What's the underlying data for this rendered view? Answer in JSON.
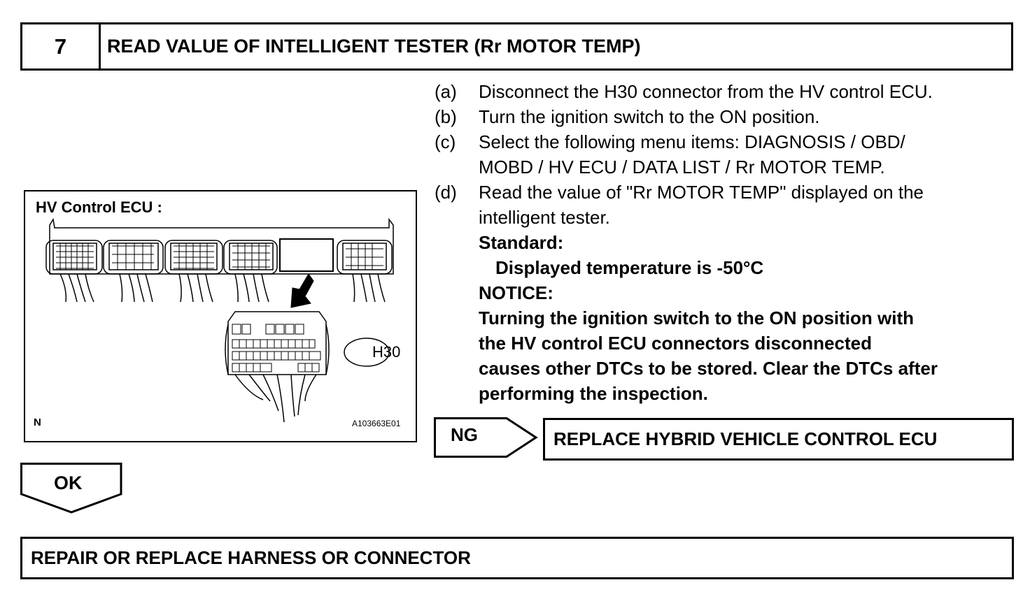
{
  "step": {
    "number": "7",
    "title": "READ VALUE OF INTELLIGENT TESTER (Rr MOTOR TEMP)"
  },
  "figure": {
    "title": "HV Control ECU :",
    "connector_label": "H30",
    "corner_mark": "N",
    "figure_code": "A103663E01"
  },
  "instructions": [
    {
      "letter": "(a)",
      "lines": [
        "Disconnect the H30 connector from the HV control ECU."
      ]
    },
    {
      "letter": "(b)",
      "lines": [
        "Turn the ignition switch to the ON position."
      ]
    },
    {
      "letter": "(c)",
      "lines": [
        "Select the following menu items: DIAGNOSIS / OBD/",
        "MOBD / HV ECU / DATA LIST / Rr MOTOR TEMP."
      ]
    },
    {
      "letter": "(d)",
      "lines": [
        "Read the value of \"Rr MOTOR TEMP\" displayed on the",
        "intelligent tester."
      ]
    }
  ],
  "standard": {
    "label": "Standard:",
    "value": "Displayed temperature is -50°C"
  },
  "notice": {
    "label": "NOTICE:",
    "lines": [
      "Turning the ignition switch to the ON position with",
      "the HV control ECU connectors disconnected",
      "causes other DTCs to be stored. Clear the DTCs after",
      "performing the inspection."
    ]
  },
  "ng": {
    "label": "NG",
    "result": "REPLACE HYBRID VEHICLE CONTROL ECU"
  },
  "ok": {
    "label": "OK",
    "result": "REPAIR OR REPLACE HARNESS OR CONNECTOR"
  }
}
